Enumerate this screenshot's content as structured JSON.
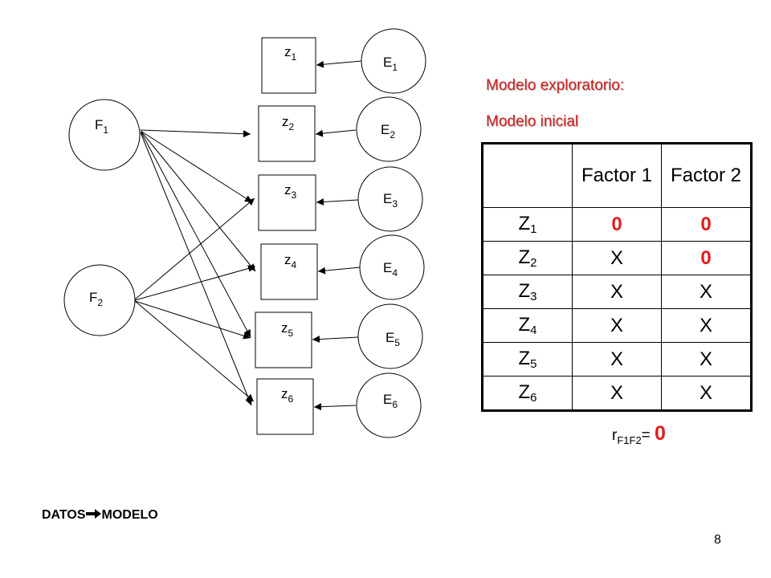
{
  "diagram": {
    "factors": [
      {
        "base": "F",
        "sub": "1"
      },
      {
        "base": "F",
        "sub": "2"
      }
    ],
    "indicators": [
      {
        "base": "z",
        "sub": "1"
      },
      {
        "base": "z",
        "sub": "2"
      },
      {
        "base": "z",
        "sub": "3"
      },
      {
        "base": "z",
        "sub": "4"
      },
      {
        "base": "z",
        "sub": "5"
      },
      {
        "base": "z",
        "sub": "6"
      }
    ],
    "errors": [
      {
        "base": "E",
        "sub": "1"
      },
      {
        "base": "E",
        "sub": "2"
      },
      {
        "base": "E",
        "sub": "3"
      },
      {
        "base": "E",
        "sub": "4"
      },
      {
        "base": "E",
        "sub": "5"
      },
      {
        "base": "E",
        "sub": "6"
      }
    ]
  },
  "headings": {
    "line1": "Modelo exploratorio:",
    "line2": "Modelo inicial"
  },
  "table": {
    "columns": [
      "Factor 1",
      "Factor 2"
    ],
    "rows": [
      {
        "base": "Z",
        "sub": "1",
        "c1": "0",
        "c2": "0"
      },
      {
        "base": "Z",
        "sub": "2",
        "c1": "X",
        "c2": "0"
      },
      {
        "base": "Z",
        "sub": "3",
        "c1": "X",
        "c2": "X"
      },
      {
        "base": "Z",
        "sub": "4",
        "c1": "X",
        "c2": "X"
      },
      {
        "base": "Z",
        "sub": "5",
        "c1": "X",
        "c2": "X"
      },
      {
        "base": "Z",
        "sub": "6",
        "c1": "X",
        "c2": "X"
      }
    ]
  },
  "correlation": {
    "symbol": "r",
    "sub": "F1F2",
    "equals": "= ",
    "value": "0"
  },
  "footer": {
    "left": "DATOS",
    "right": "MODELO",
    "arrow": "right-arrow-icon"
  },
  "page_number": "8",
  "colors": {
    "accent": "#e31b1b",
    "heading": "#d21f1f"
  }
}
